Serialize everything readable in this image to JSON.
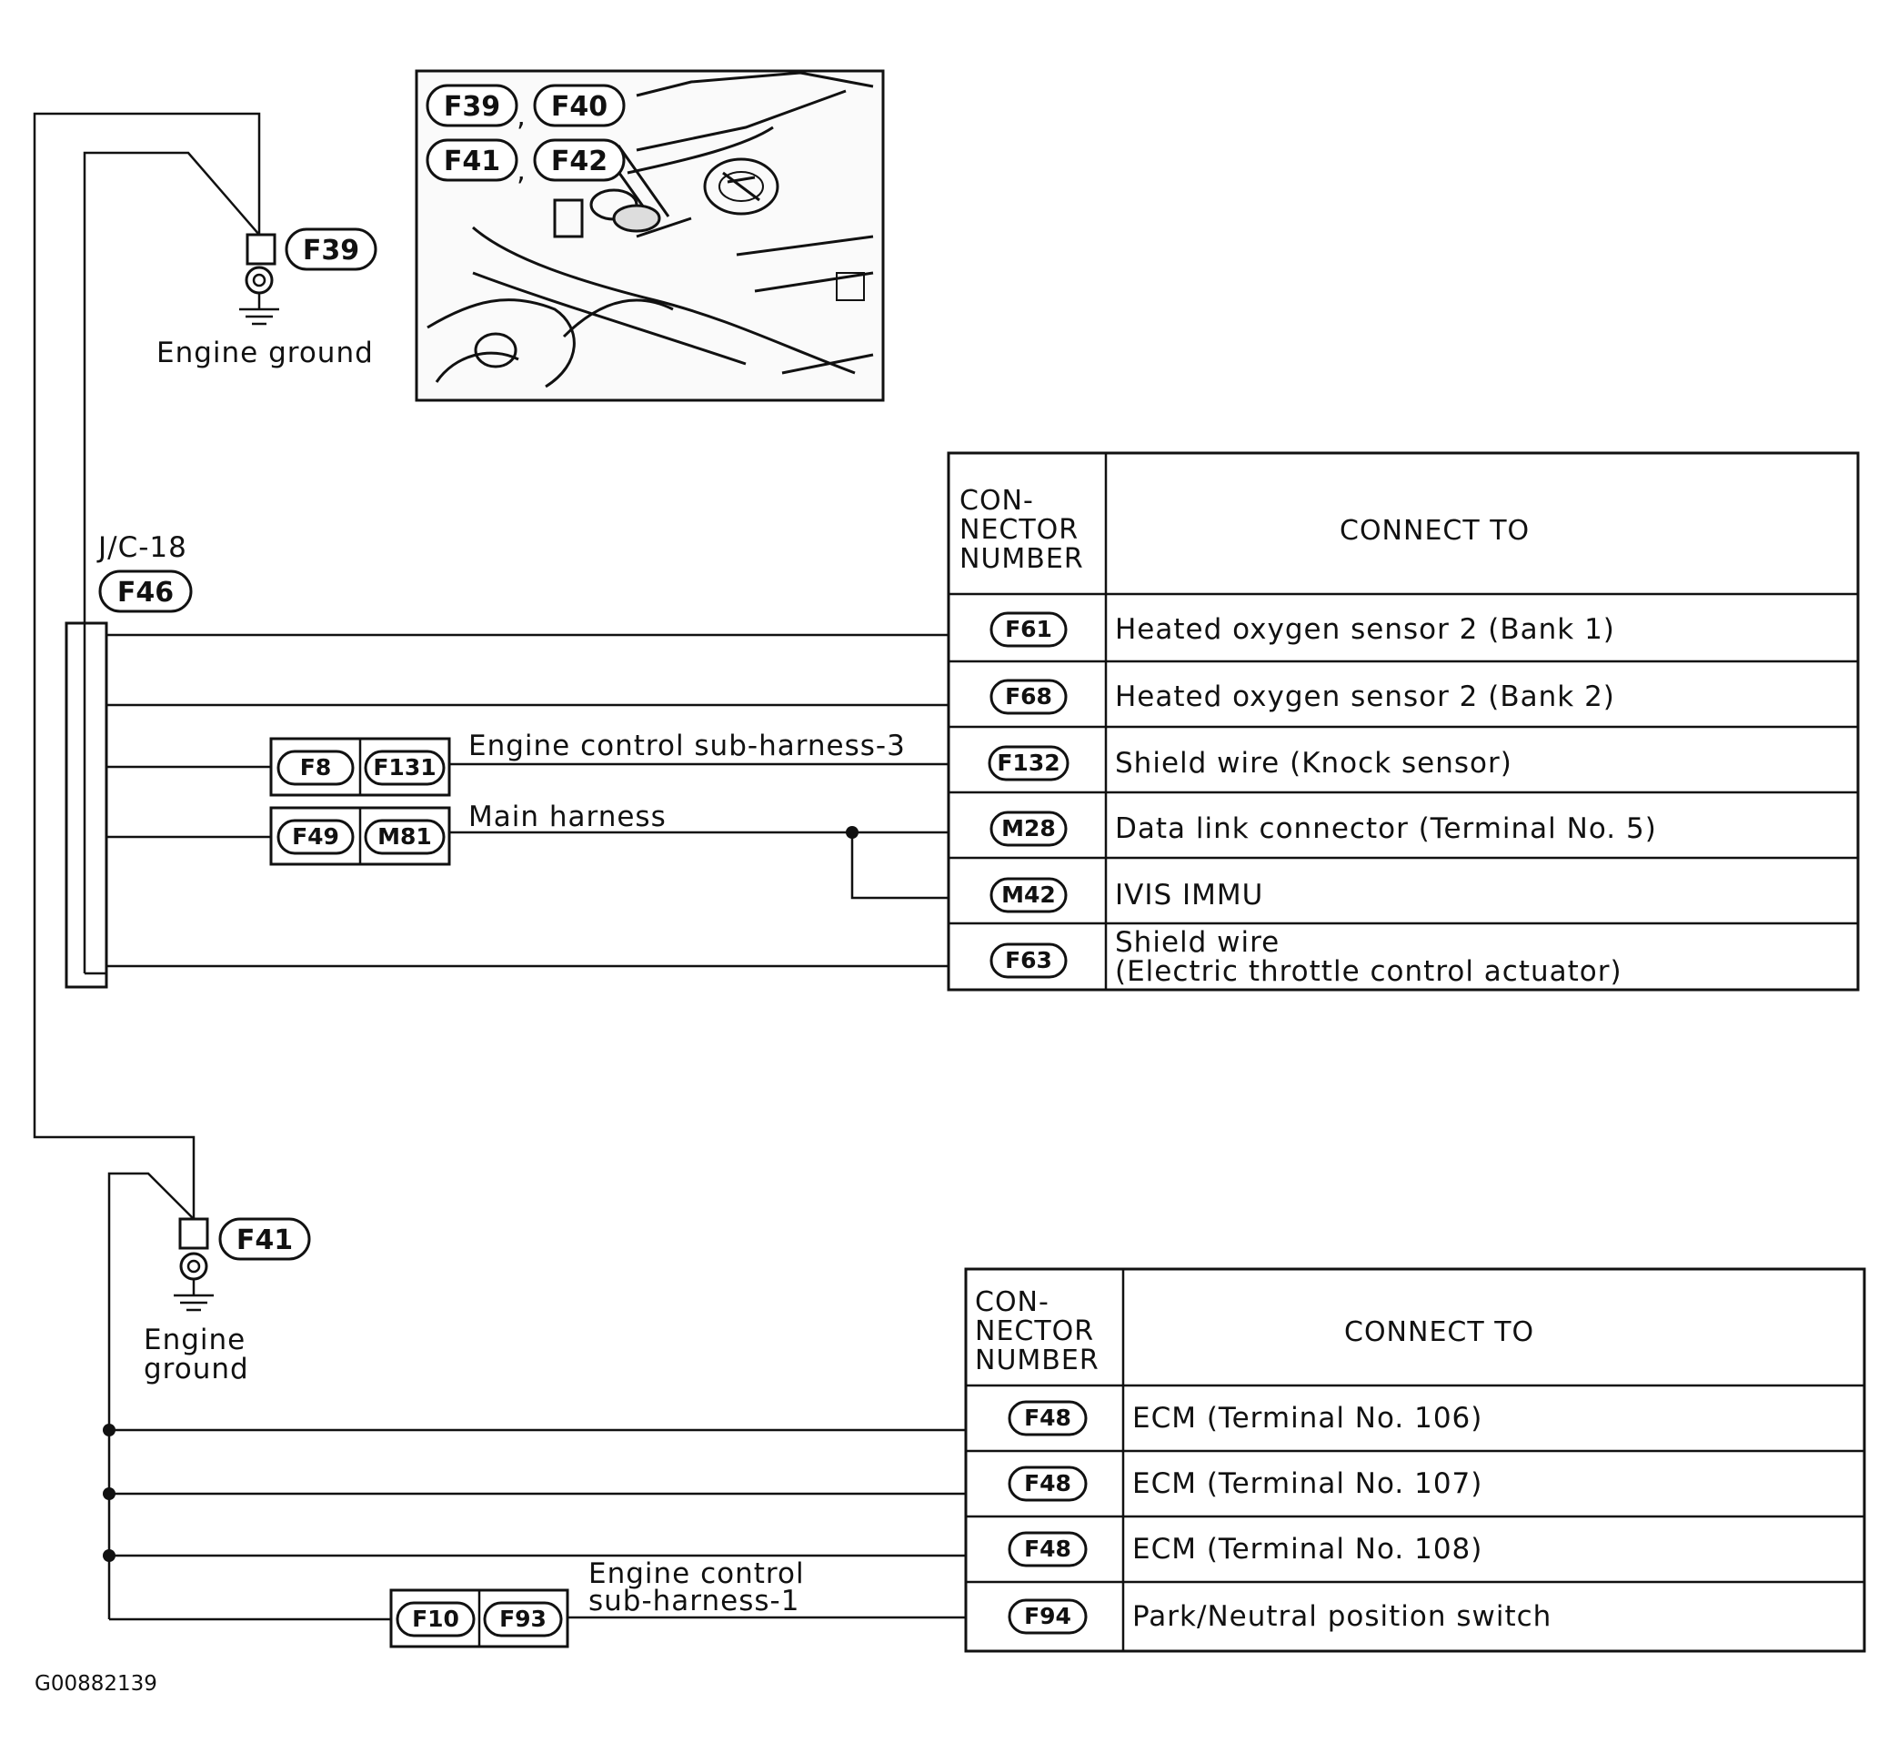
{
  "top_ground": {
    "connector": "F39",
    "label": "Engine ground"
  },
  "photo_connectors": [
    "F39",
    "F40",
    "F41",
    "F42"
  ],
  "photo_separator": ",",
  "junction": {
    "name": "J/C-18",
    "connector": "F46"
  },
  "bottom_ground": {
    "connector": "F41",
    "label_line1": "Engine",
    "label_line2": "ground"
  },
  "table_header": {
    "connector_line1": "CON-",
    "connector_line2": "NECTOR",
    "connector_line3": "NUMBER",
    "connect_to": "CONNECT TO"
  },
  "table1_rows": [
    {
      "connector": "F61",
      "connect_to": "Heated oxygen sensor 2 (Bank 1)"
    },
    {
      "connector": "F68",
      "connect_to": "Heated oxygen sensor 2 (Bank 2)"
    },
    {
      "connector": "F132",
      "connect_to": "Shield wire (Knock sensor)"
    },
    {
      "connector": "M28",
      "connect_to": "Data link connector (Terminal No. 5)"
    },
    {
      "connector": "M42",
      "connect_to": "IVIS IMMU"
    },
    {
      "connector": "F63",
      "connect_to": "Shield wire",
      "connect_to_line2": "(Electric throttle control actuator)"
    }
  ],
  "table2_rows": [
    {
      "connector": "F48",
      "connect_to": "ECM (Terminal No. 106)"
    },
    {
      "connector": "F48",
      "connect_to": "ECM (Terminal No. 107)"
    },
    {
      "connector": "F48",
      "connect_to": "ECM (Terminal No. 108)"
    },
    {
      "connector": "F94",
      "connect_to": "Park/Neutral position switch"
    }
  ],
  "harnesses": {
    "sub3": {
      "label": "Engine control sub-harness-3",
      "connectors": [
        "F8",
        "F131"
      ]
    },
    "main": {
      "label": "Main harness",
      "connectors": [
        "F49",
        "M81"
      ]
    },
    "sub1": {
      "label_line1": "Engine control",
      "label_line2": "sub-harness-1",
      "connectors": [
        "F10",
        "F93"
      ]
    }
  },
  "figure_id": "G00882139"
}
